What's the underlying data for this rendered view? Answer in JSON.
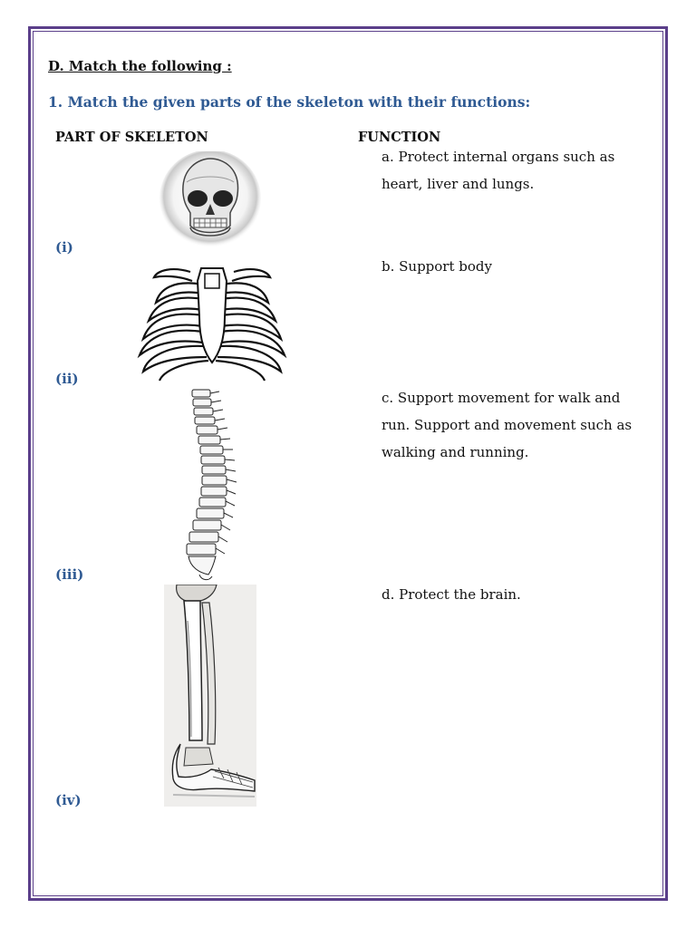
{
  "section_heading": "D. Match the following :",
  "question": "1. Match the given parts of the skeleton with their functions:",
  "columns": {
    "left": "PART OF SKELETON",
    "right": "FUNCTION"
  },
  "parts": [
    {
      "label": "(i)",
      "icon": "skull-icon"
    },
    {
      "label": "(ii)",
      "icon": "rib-cage-icon"
    },
    {
      "label": "(iii)",
      "icon": "spine-icon"
    },
    {
      "label": "(iv)",
      "icon": "leg-bones-icon"
    }
  ],
  "functions": [
    "a. Protect internal organs such as heart, liver and lungs.",
    "b. Support body",
    "c. Support movement for walk and run. Support and movement such as walking and running.",
    "d. Protect the brain."
  ],
  "colors": {
    "border": "#5b3f8a",
    "accent_text": "#2f5a93"
  }
}
